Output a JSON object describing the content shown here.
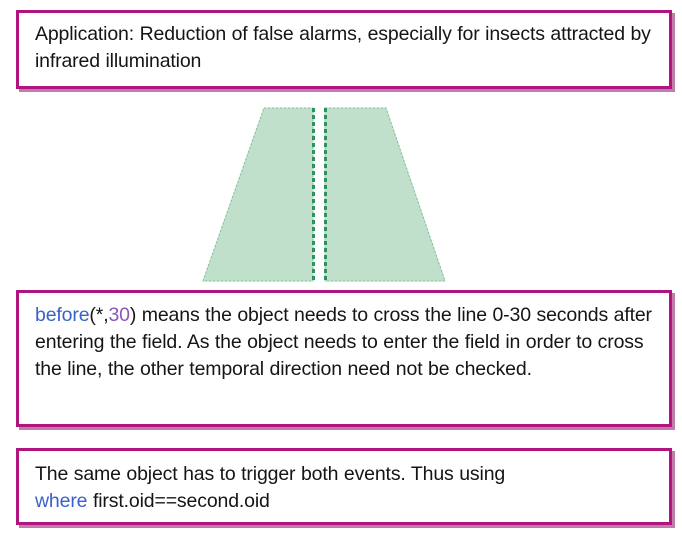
{
  "slide": {
    "background_color": "#ffffff",
    "accent_color": "#b0157f",
    "keyword_blue": "#3a62c8",
    "keyword_purple": "#8b55bd",
    "field_fill": "#c0e0cc",
    "field_border": "#3a9e6e"
  },
  "boxes": {
    "application": {
      "line1": "Application: Reduction of false alarms, especially for",
      "line2": "insects attracted by infrared illumination"
    },
    "before": {
      "keyword": "before",
      "open_paren": "(*,",
      "duration": "30",
      "close_paren": ")",
      "body": " means the object needs to cross the line 0-30 seconds after entering the field. As the object needs to enter the field in order to cross the line, the other temporal direction need not be checked."
    },
    "where": {
      "line1": "The same object has to trigger both events. Thus using",
      "keyword": "where",
      "expression": "first.oid==second.oid"
    }
  },
  "diagram": {
    "name": "camera-field-of-view-with-crossing-line",
    "left_region_label": "left-field-trapezoid",
    "right_region_label": "right-field-trapezoid",
    "crossing_line_label": "crossing-line"
  }
}
